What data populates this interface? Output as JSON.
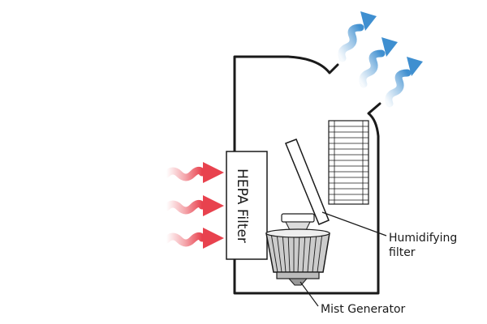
{
  "labels": {
    "hepa_filter": "HEPA Filter",
    "humidifying_filter_line1": "Humidifying",
    "humidifying_filter_line2": "filter",
    "mist_generator": "Mist Generator"
  },
  "colors": {
    "intake_arrow": "#e8424e",
    "outflow_arrow": "#3f8fd0",
    "outline": "#1a1a1a"
  },
  "icons": {
    "intake_arrows": "wavy-red-arrow",
    "outflow_arrows": "wavy-blue-arrow"
  }
}
